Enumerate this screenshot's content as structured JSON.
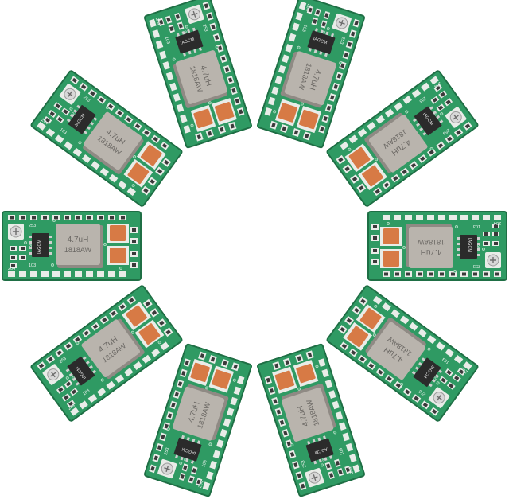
{
  "palette": {
    "pcb": "#2f9a63",
    "pcb_edge": "#1f6f45",
    "pcb_light": "#4fb57f",
    "pad": "#e9ece8",
    "inductor": "#b9b4ad",
    "inductor_shade": "#8f8a84",
    "capacitor": "#d77a45",
    "ic": "#2b2b2b",
    "smd_dark": "#3a3a3a",
    "pot_ring": "#d8d8d8",
    "background": "#ffffff"
  },
  "boards": [
    {
      "inductor_line1": "4.7uH",
      "inductor_line2": "1818AW",
      "ic_label": "IAGCM",
      "codes": [
        "253",
        "103",
        "204",
        "20C"
      ]
    },
    {
      "inductor_line1": "4.7uH",
      "inductor_line2": "1818AW",
      "ic_label": "IAGCM",
      "codes": [
        "253",
        "103",
        "204",
        "20C"
      ]
    },
    {
      "inductor_line1": "4.7uH",
      "inductor_line2": "1818AW",
      "ic_label": "IAGCM",
      "codes": [
        "253",
        "103",
        "204",
        "20C"
      ]
    },
    {
      "inductor_line1": "4.7uH",
      "inductor_line2": "1818AW",
      "ic_label": "IAGCM",
      "codes": [
        "253",
        "103",
        "204",
        "20C"
      ]
    },
    {
      "inductor_line1": "4.7uH",
      "inductor_line2": "1818AW",
      "ic_label": "IAGCM",
      "codes": [
        "253",
        "103",
        "204",
        "20C"
      ]
    },
    {
      "inductor_line1": "4.7uH",
      "inductor_line2": "1818AW",
      "ic_label": "IAGCM",
      "codes": [
        "253",
        "103",
        "204",
        "20C"
      ]
    },
    {
      "inductor_line1": "4.7uH",
      "inductor_line2": "1818AW",
      "ic_label": "IAGCM",
      "codes": [
        "253",
        "103",
        "204",
        "20C"
      ]
    },
    {
      "inductor_line1": "4.7uH",
      "inductor_line2": "1818AW",
      "ic_label": "IAGCM",
      "codes": [
        "253",
        "103",
        "204",
        "20C"
      ]
    },
    {
      "inductor_line1": "4.7uH",
      "inductor_line2": "1818AW",
      "ic_label": "IAGCM",
      "codes": [
        "253",
        "103",
        "204",
        "20C"
      ]
    },
    {
      "inductor_line1": "4.7uH",
      "inductor_line2": "1818AW",
      "ic_label": "IAGCM",
      "codes": [
        "253",
        "103",
        "204",
        "20C"
      ]
    }
  ]
}
